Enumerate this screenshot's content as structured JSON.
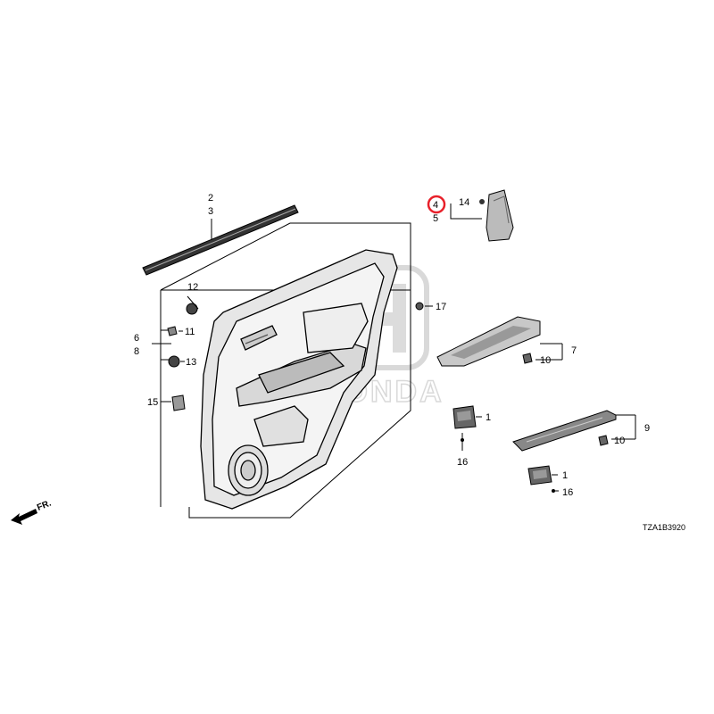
{
  "diagram_code": "TZA1B3920",
  "direction_label": "FR.",
  "watermark_text": "HONDA",
  "highlight_color": "#e8202a",
  "callouts": {
    "c1a": "1",
    "c1b": "1",
    "c2": "2",
    "c3": "3",
    "c4": "4",
    "c5": "5",
    "c6": "6",
    "c7": "7",
    "c8": "8",
    "c9": "9",
    "c10a": "10",
    "c10b": "10",
    "c11": "11",
    "c12": "12",
    "c13": "13",
    "c14": "14",
    "c15": "15",
    "c16a": "16",
    "c16b": "16",
    "c17": "17"
  },
  "icons": [
    "front-direction-arrow-icon",
    "honda-logo-icon"
  ]
}
